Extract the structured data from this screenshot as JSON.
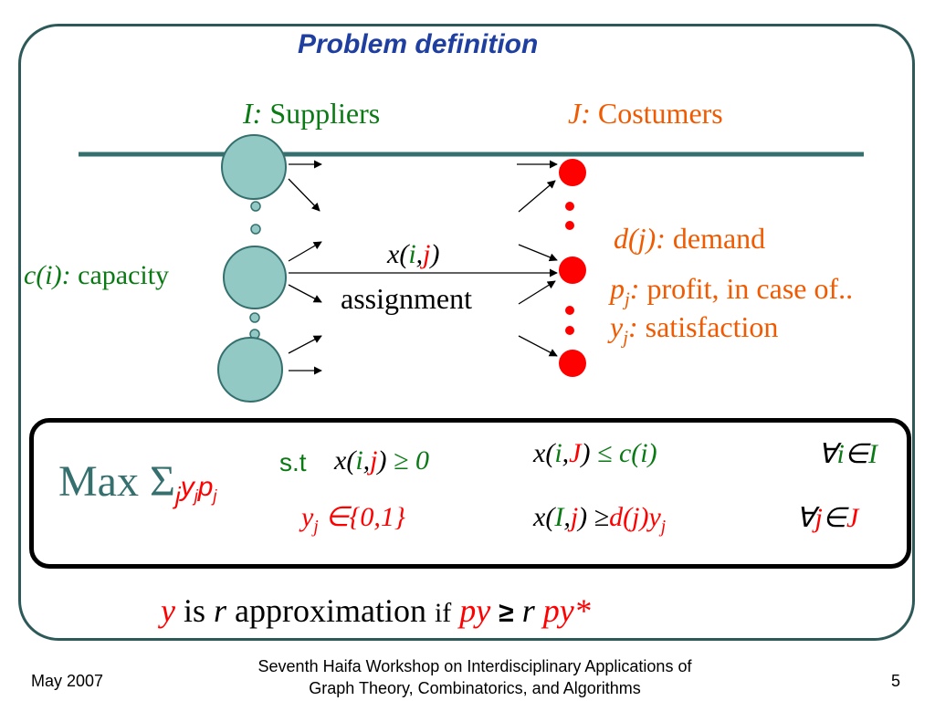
{
  "title": "Problem definition",
  "headers": {
    "suppliers_var": "I:",
    "suppliers_label": "Suppliers",
    "customers_var": "J:",
    "customers_label": "Costumers"
  },
  "capacity": {
    "var": "c(i):",
    "label": "capacity"
  },
  "assignment": {
    "x_open": "x(",
    "i": "i",
    "comma": ",",
    "j": "j",
    "x_close": ")",
    "label": "assignment"
  },
  "demand": {
    "var": "d(j):",
    "label": "demand"
  },
  "profit": {
    "var": "p",
    "sub": "j",
    "colon": ":",
    "label": "profit, in case of.."
  },
  "satisfaction": {
    "var": "y",
    "sub": "j",
    "colon": ":",
    "label": "satisfaction"
  },
  "objective": {
    "max": "Max",
    "sigma": "Σ",
    "sub_j": "j",
    "y": "y",
    "y_sub": "j",
    "p": "p",
    "p_sub": "j"
  },
  "constraints": {
    "st": "s.t",
    "c1_x": "x(",
    "c1_i": "i",
    "c1_comma": ",",
    "c1_j": "j",
    "c1_close": ")",
    "c1_rel": "≥ 0",
    "c2_y": "y",
    "c2_sub": "j",
    "c2_rel": "∈{0,1}",
    "c3_x": "x(",
    "c3_i": "i",
    "c3_comma": ",",
    "c3_J": "J",
    "c3_close": ")",
    "c3_rel": "≤ c(i)",
    "c3_forall": "∀",
    "c3_fi": "i",
    "c3_in": "∈",
    "c3_fI": "I",
    "c4_x": "x(",
    "c4_I": "I",
    "c4_comma": ",",
    "c4_j": "j",
    "c4_close": ")",
    "c4_rel": "≥",
    "c4_rhs": "d(j)y",
    "c4_sub": "j",
    "c4_forall": "∀",
    "c4_fj": "j",
    "c4_in": "∈",
    "c4_fJ": "J"
  },
  "bottom": {
    "y": "y",
    "is": "is",
    "r": "r",
    "approx": "approximation",
    "if": "if",
    "py": "py",
    "geq": "≥",
    "r2": "r",
    "pystar": "py*"
  },
  "footer": {
    "date": "May 2007",
    "line1": "Seventh Haifa Workshop on Interdisciplinary Applications of",
    "line2": "Graph Theory, Combinatorics, and Algorithms",
    "page": "5"
  },
  "colors": {
    "frame": "#2d5958",
    "supplier": "#93c9c4",
    "customer": "#ff0000",
    "title": "#1f3fa0",
    "green": "#0a7a14",
    "orange": "#f05a00"
  }
}
